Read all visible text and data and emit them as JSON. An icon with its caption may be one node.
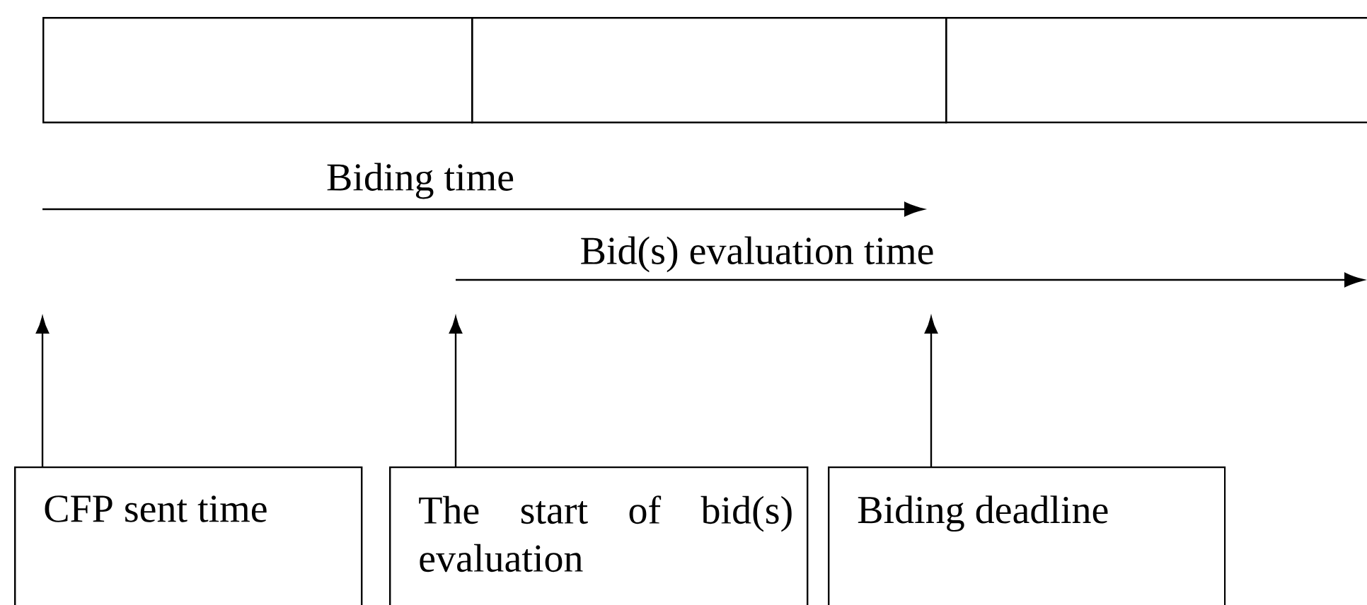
{
  "diagram": {
    "nodes": [
      {
        "text": [],
        "shape": "box"
      },
      {
        "text": [],
        "shape": "box"
      },
      {
        "text": [],
        "shape": "box"
      },
      {
        "text": [
          "CFP sent time"
        ]
      },
      {
        "text": [
          "The start of bid(s) evaluation"
        ]
      },
      {
        "text": [
          "Biding deadline"
        ]
      }
    ],
    "edges": [
      {
        "from": 3,
        "to": null,
        "arrow": "to"
      },
      {
        "from": 4,
        "to": null,
        "arrow": "to"
      },
      {
        "from": 5,
        "to": null,
        "arrow": "to"
      }
    ],
    "labels": [
      "Biding time",
      "Bid(s) evaluation time"
    ]
  }
}
